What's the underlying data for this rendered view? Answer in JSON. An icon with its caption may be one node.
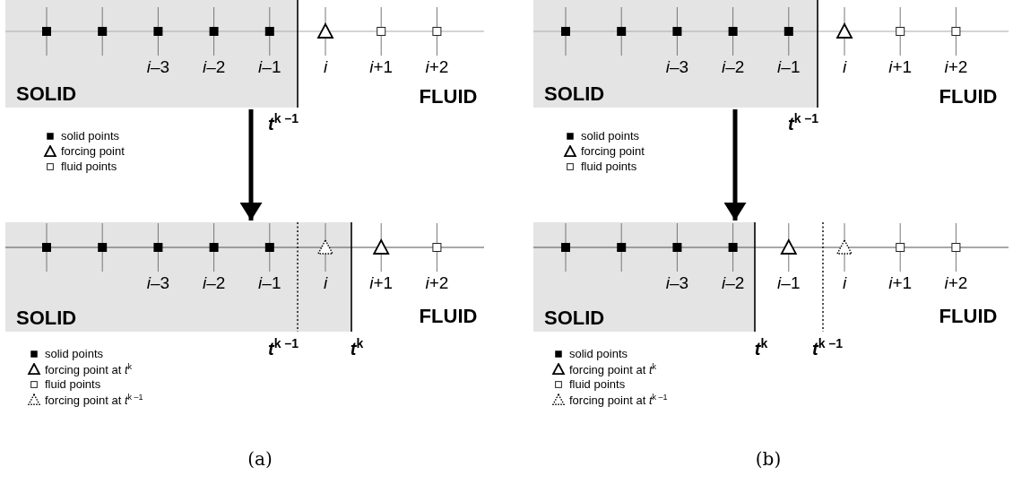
{
  "diagram": {
    "nodes": [
      {
        "text": [
          "SOLID"
        ]
      },
      {
        "text": [
          "SOLID"
        ]
      },
      {
        "text": [
          "SOLID"
        ]
      },
      {
        "text": [
          "SOLID"
        ]
      }
    ],
    "edges": [
      {
        "from": 0,
        "to": 2,
        "arrow": "to"
      },
      {
        "from": 1,
        "to": 3,
        "arrow": "to"
      }
    ],
    "labels": [
      "*i*–3",
      "*i*–2",
      "*i*–1",
      "*i*",
      "*i*+1",
      "*i*+2",
      "FLUID",
      "*t*$^{k –1}$",
      "*i*–3",
      "*i*–2",
      "*i*–1",
      "*i*",
      "*i*+1",
      "*i*+2",
      "FLUID",
      "*t*$^{k –1}$",
      "*i*–3",
      "*i*–2",
      "*i*–1",
      "*i*",
      "*i*+1",
      "*i*+2",
      "FLUID",
      "*t*$^{k –1}$",
      "*t*$^{k}$",
      "*i*–3",
      "*i*–2",
      "*i*–1",
      "*i*",
      "*i*+1",
      "*i*+2",
      "FLUID",
      "*t*$^{k}$",
      "*t*$^{k –1}$",
      "(a)",
      "(b)"
    ],
    "legend": [
      {
        "text": "solid points"
      },
      {
        "text": "forcing point"
      },
      {
        "text": "fluid points"
      },
      {
        "text": "solid points"
      },
      {
        "text": "forcing point at *t*$^{k}$"
      },
      {
        "text": "fluid points"
      },
      {
        "text": "forcing point at *t*$^{k –1}$"
      },
      {
        "text": "solid points"
      },
      {
        "text": "forcing point"
      },
      {
        "text": "fluid points"
      },
      {
        "text": "solid points"
      },
      {
        "text": "forcing point at *t*$^{k}$"
      },
      {
        "text": "fluid points"
      },
      {
        "text": "forcing point at *t*$^{k –1}$"
      }
    ]
  }
}
